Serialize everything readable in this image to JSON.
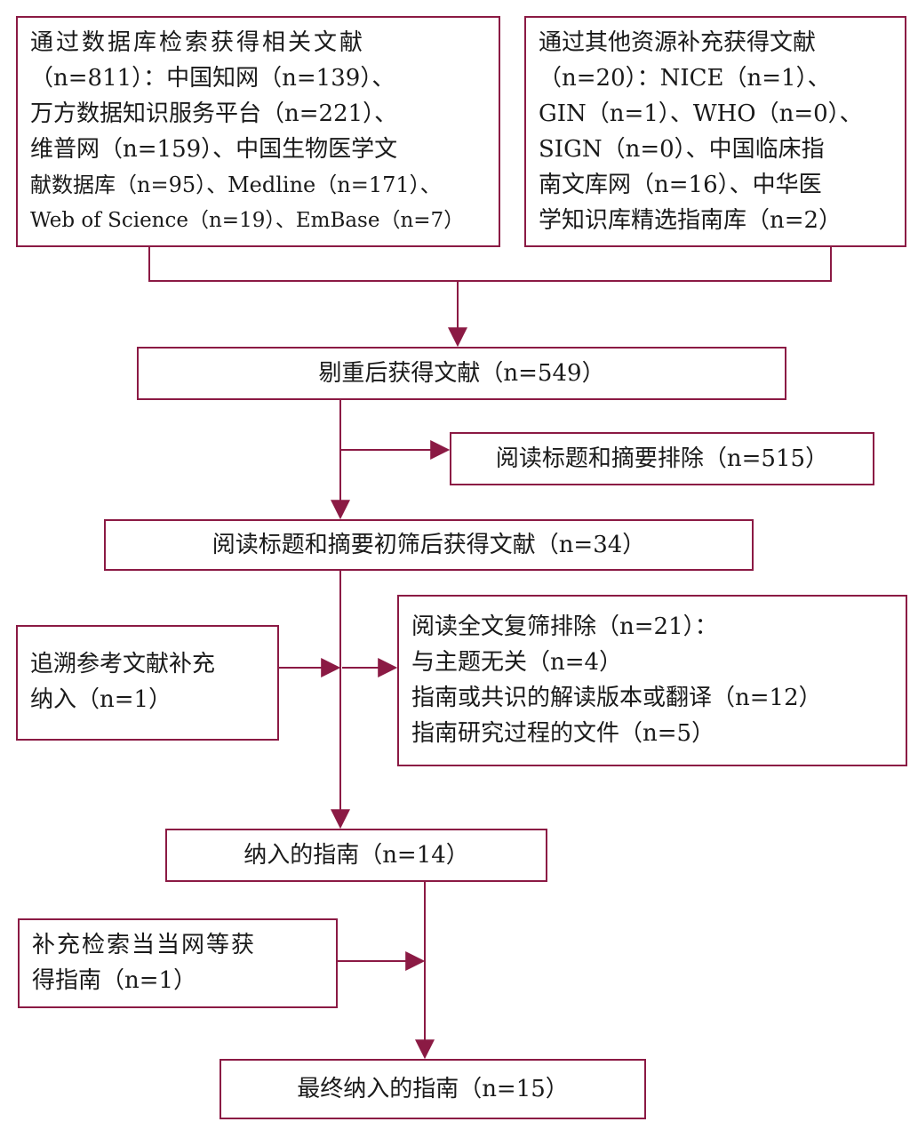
{
  "colors": {
    "accent": "#8b1a44",
    "text": "#1a1a1a"
  },
  "boxes": {
    "db_search": [
      "通过数据库检索获得相关文献",
      "（n=811）：中国知网（n=139）、",
      "万方数据知识服务平台（n=221）、",
      "维普网（n=159）、中国生物医学文",
      "献数据库（n=95）、Medline（n=171）、",
      "Web of Science（n=19）、EmBase（n=7）"
    ],
    "other_sources": [
      "通过其他资源补充获得文献",
      "（n=20）：NICE（n=1）、",
      "GIN（n=1）、WHO（n=0）、",
      "SIGN（n=0）、中国临床指",
      "南文库网（n=16）、中华医",
      "学知识库精选指南库（n=2）"
    ],
    "dedup": "剔重后获得文献（n=549）",
    "title_abstract_excluded": "阅读标题和摘要排除（n=515）",
    "title_abstract_included": "阅读标题和摘要初筛后获得文献（n=34）",
    "reference_trace": [
      "追溯参考文献补充",
      "纳入（n=1）"
    ],
    "fulltext_excluded": [
      "阅读全文复筛排除（n=21）：",
      "与主题无关（n=4）",
      "指南或共识的解读版本或翻译（n=12）",
      "指南研究过程的文件（n=5）"
    ],
    "included_guidelines": "纳入的指南（n=14）",
    "supplement_search": [
      "补充检索当当网等获",
      "得指南（n=1）"
    ],
    "final": "最终纳入的指南（n=15）"
  }
}
